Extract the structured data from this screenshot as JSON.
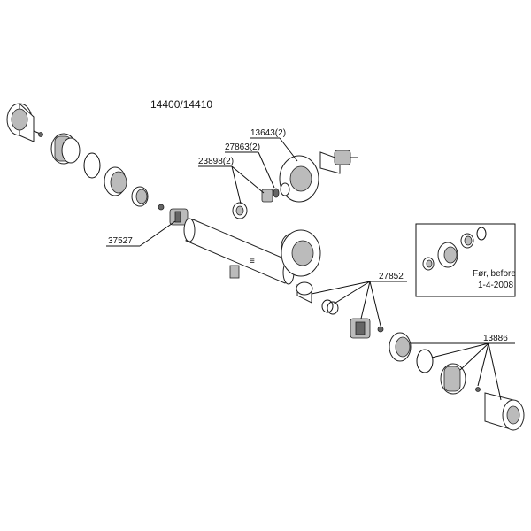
{
  "title": "14400/14410",
  "labels": {
    "p13643": "13643(2)",
    "p27863": "27863(2)",
    "p23898": "23898(2)",
    "p37527": "37527",
    "p27852": "27852",
    "p13886": "13886",
    "inset_line1": "Før, before",
    "inset_line2": "1-4-2008"
  }
}
